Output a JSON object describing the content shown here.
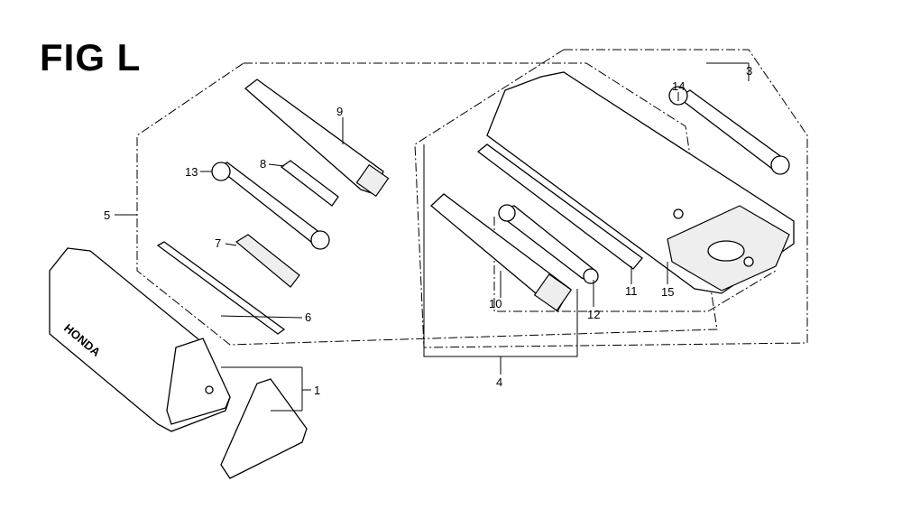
{
  "figure": {
    "title": "FIG L",
    "brand_text": "HONDA",
    "callouts": [
      "1",
      "3",
      "4",
      "5",
      "6",
      "7",
      "8",
      "9",
      "10",
      "11",
      "12",
      "13",
      "14",
      "15"
    ]
  }
}
